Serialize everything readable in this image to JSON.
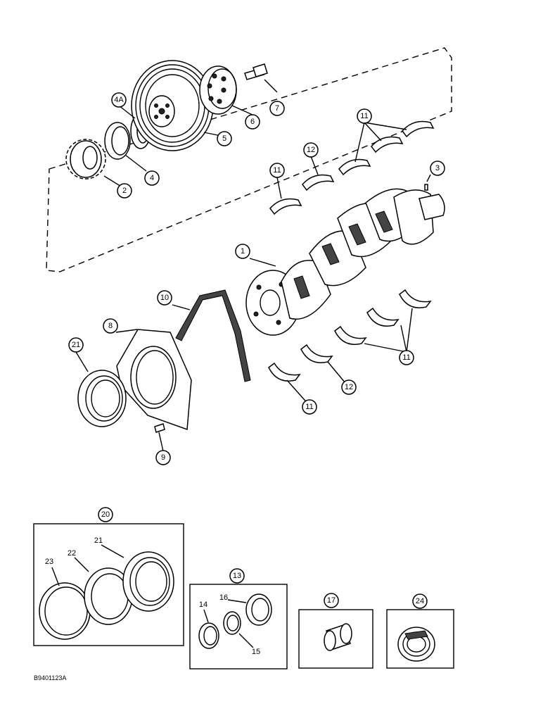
{
  "figure_id": "B9401123A",
  "callouts": {
    "c1": "1",
    "c2": "2",
    "c3": "3",
    "c4": "4",
    "c4a": "4A",
    "c5": "5",
    "c6": "6",
    "c7": "7",
    "c8": "8",
    "c9": "9",
    "c10": "10",
    "c11a": "11",
    "c11b": "11",
    "c11c": "11",
    "c11d": "11",
    "c12a": "12",
    "c12b": "12",
    "c13": "13",
    "c17": "17",
    "c20": "20",
    "c21": "21",
    "c24": "24"
  },
  "plain_labels": {
    "l14": "14",
    "l15": "15",
    "l16": "16",
    "l21": "21",
    "l22": "22",
    "l23": "23"
  }
}
